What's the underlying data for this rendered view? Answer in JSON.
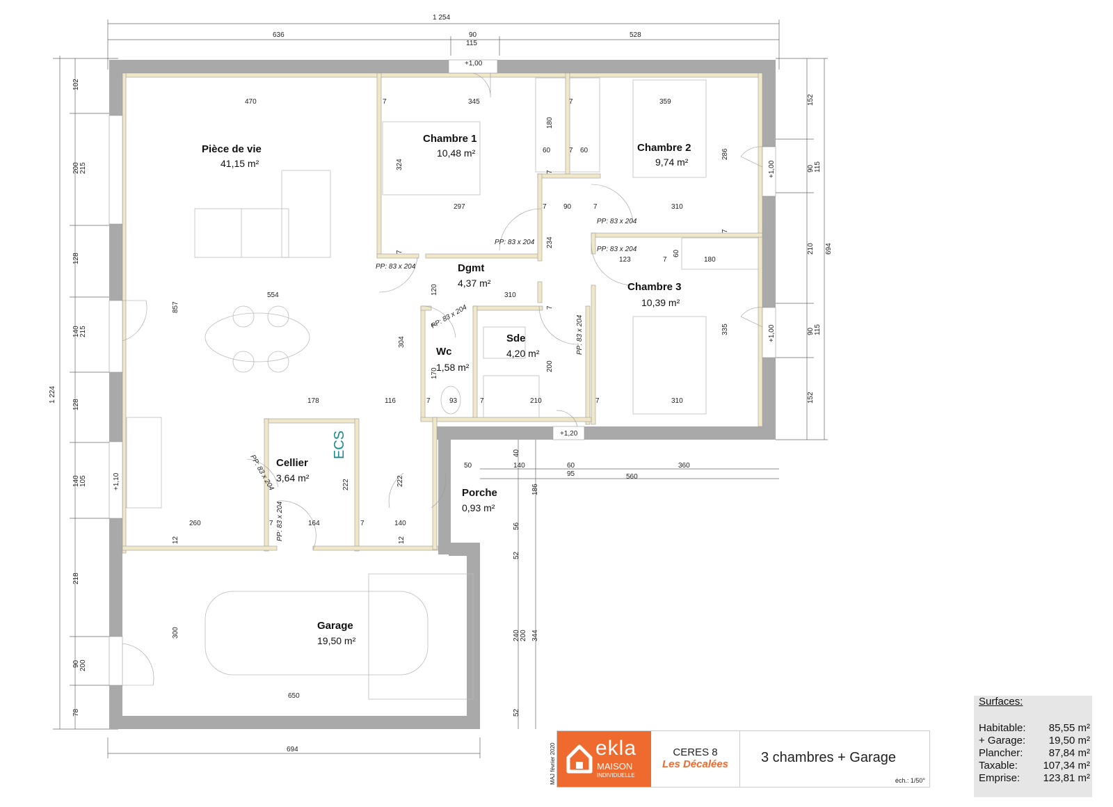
{
  "dimensions": {
    "top_total": "1 254",
    "top_left": "636",
    "top_mid_a": "90",
    "top_mid_b": "115",
    "top_right": "528",
    "bottom": "694",
    "left_total": "1 224",
    "left_102": "102",
    "left_200": "200",
    "left_215a": "215",
    "left_128a": "128",
    "left_140a": "140",
    "left_215b": "215",
    "left_128b": "128",
    "left_140b": "140",
    "left_105": "105",
    "left_218": "218",
    "left_90": "90",
    "left_200b": "200",
    "left_78": "78",
    "right_152a": "152",
    "right_90a": "90",
    "right_115a": "115",
    "right_210": "210",
    "right_694": "694",
    "right_90b": "90",
    "right_115b": "115",
    "right_152b": "152",
    "porch_50": "50",
    "porch_140": "140",
    "porch_60": "60",
    "porch_95": "95",
    "porch_360": "360",
    "porch_560": "560",
    "vert_40": "40",
    "vert_186": "186",
    "vert_56": "56",
    "vert_52a": "52",
    "vert_240": "240",
    "vert_200": "200",
    "vert_344": "344",
    "vert_52b": "52",
    "in_470": "470",
    "in_7a": "7",
    "in_345": "345",
    "in_7b": "7",
    "in_359": "359",
    "in_180": "180",
    "in_60a": "60",
    "in_7c": "7",
    "in_60b": "60",
    "in_7d": "7",
    "in_324": "324",
    "in_286": "286",
    "in_297": "297",
    "in_7e": "7",
    "in_90": "90",
    "in_7f": "7",
    "in_310a": "310",
    "in_234": "234",
    "in_7g": "7",
    "in_7h": "7",
    "in_60c": "60",
    "in_123": "123",
    "in_7i": "7",
    "in_180b": "180",
    "in_554": "554",
    "in_310b": "310",
    "in_120": "120",
    "in_7j": "7",
    "in_7k": "7",
    "in_857": "857",
    "in_304": "304",
    "in_335": "335",
    "in_200": "200",
    "in_170": "170",
    "in_178": "178",
    "in_116": "116",
    "in_7l": "7",
    "in_93": "93",
    "in_7m": "7",
    "in_210": "210",
    "in_7n": "7",
    "in_310c": "310",
    "in_222a": "222",
    "in_222b": "222",
    "in_260": "260",
    "in_7o": "7",
    "in_164": "164",
    "in_7p": "7",
    "in_140": "140",
    "in_12a": "12",
    "in_12b": "12",
    "in_300": "300",
    "in_650": "650"
  },
  "levels": {
    "top": "+1,00",
    "right_a": "+1,00",
    "right_b": "+1,00",
    "left": "+1,10",
    "entry": "+1,20"
  },
  "doors": {
    "d1": "PP: 83 x 204",
    "d2": "PP: 83 x 204",
    "d3": "PP: 83 x 204",
    "d4": "PP: 83 x 204",
    "d5": "PP: 83 x 204",
    "d6": "PP: 83 x 204",
    "d7": "PP: 83 x 204",
    "d8": "PP: 83 x 204"
  },
  "rooms": {
    "piece_de_vie": {
      "name": "Pièce de vie",
      "area": "41,15 m²"
    },
    "chambre1": {
      "name": "Chambre 1",
      "area": "10,48 m²"
    },
    "chambre2": {
      "name": "Chambre 2",
      "area": "9,74 m²"
    },
    "chambre3": {
      "name": "Chambre 3",
      "area": "10,39 m²"
    },
    "dgmt": {
      "name": "Dgmt",
      "area": "4,37 m²"
    },
    "wc": {
      "name": "Wc",
      "area": "1,58 m²"
    },
    "sde": {
      "name": "Sde",
      "area": "4,20 m²"
    },
    "cellier": {
      "name": "Cellier",
      "area": "3,64 m²"
    },
    "porche": {
      "name": "Porche",
      "area": "0,93 m²"
    },
    "garage": {
      "name": "Garage",
      "area": "19,50 m²"
    }
  },
  "ecs_label": "ECS",
  "cartouche": {
    "brand": "ekla",
    "brand_line1": "MAISON",
    "brand_line2": "INDIVIDUELLE",
    "model": "CERES 8",
    "collection": "Les Décalées",
    "title": "3 chambres + Garage",
    "scale": "éch.: 1/50°",
    "update": "MAJ février 2020"
  },
  "surfaces": {
    "title": "Surfaces:",
    "rows": [
      {
        "label": "Habitable:",
        "value": "85,55 m²"
      },
      {
        "label": "+ Garage:",
        "value": "19,50 m²"
      },
      {
        "label": "Plancher:",
        "value": "87,84 m²"
      },
      {
        "label": "Taxable:",
        "value": "107,34 m²"
      },
      {
        "label": "Emprise:",
        "value": "123,81 m²"
      }
    ]
  },
  "colors": {
    "wall": "#a9a9a9",
    "inner_wall": "#efe7c8",
    "brand": "#ee6a2f",
    "ecs": "#1a8a8a"
  }
}
